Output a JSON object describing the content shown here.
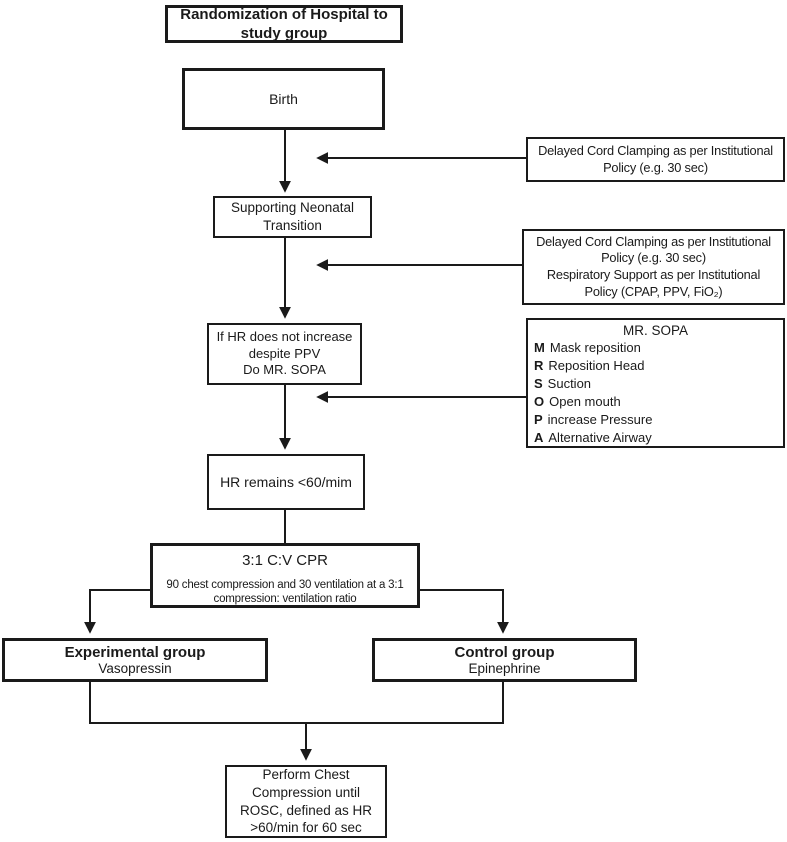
{
  "boxes": {
    "randomization": "Randomization of Hospital to\nstudy group",
    "birth": "Birth",
    "delayed_cord_1": "Delayed Cord Clamping as per Institutional\nPolicy (e.g. 30 sec)",
    "transition": "Supporting Neonatal\nTransition",
    "delayed_cord_2": "Delayed Cord Clamping as per Institutional\nPolicy (e.g. 30 sec)\nRespiratory Support as per Institutional\nPolicy (CPAP, PPV, FiO₂)",
    "mr_sopa_check": "If HR does not increase\ndespite PPV\nDo MR. SOPA",
    "mr_sopa": {
      "title": "MR. SOPA",
      "items": [
        {
          "letter": "M",
          "text": "Mask reposition"
        },
        {
          "letter": "R",
          "text": "Reposition Head"
        },
        {
          "letter": "S",
          "text": "Suction"
        },
        {
          "letter": "O",
          "text": "Open mouth"
        },
        {
          "letter": "P",
          "text": "increase Pressure"
        },
        {
          "letter": "A",
          "text": "Alternative Airway"
        }
      ]
    },
    "hr_remains": "HR remains <60/mim",
    "cpr": {
      "title": "3:1 C:V CPR",
      "detail": "90 chest compression and 30 ventilation at a 3:1\ncompression: ventilation ratio"
    },
    "experimental": {
      "title": "Experimental group",
      "subtitle": "Vasopressin"
    },
    "control": {
      "title": "Control group",
      "subtitle": "Epinephrine"
    },
    "outcome": "Perform Chest\nCompression until\nROSC, defined as HR\n>60/min for 60 sec"
  },
  "colors": {
    "line": "#1a1a1a",
    "background": "#ffffff",
    "text": "#1a1a1a"
  }
}
